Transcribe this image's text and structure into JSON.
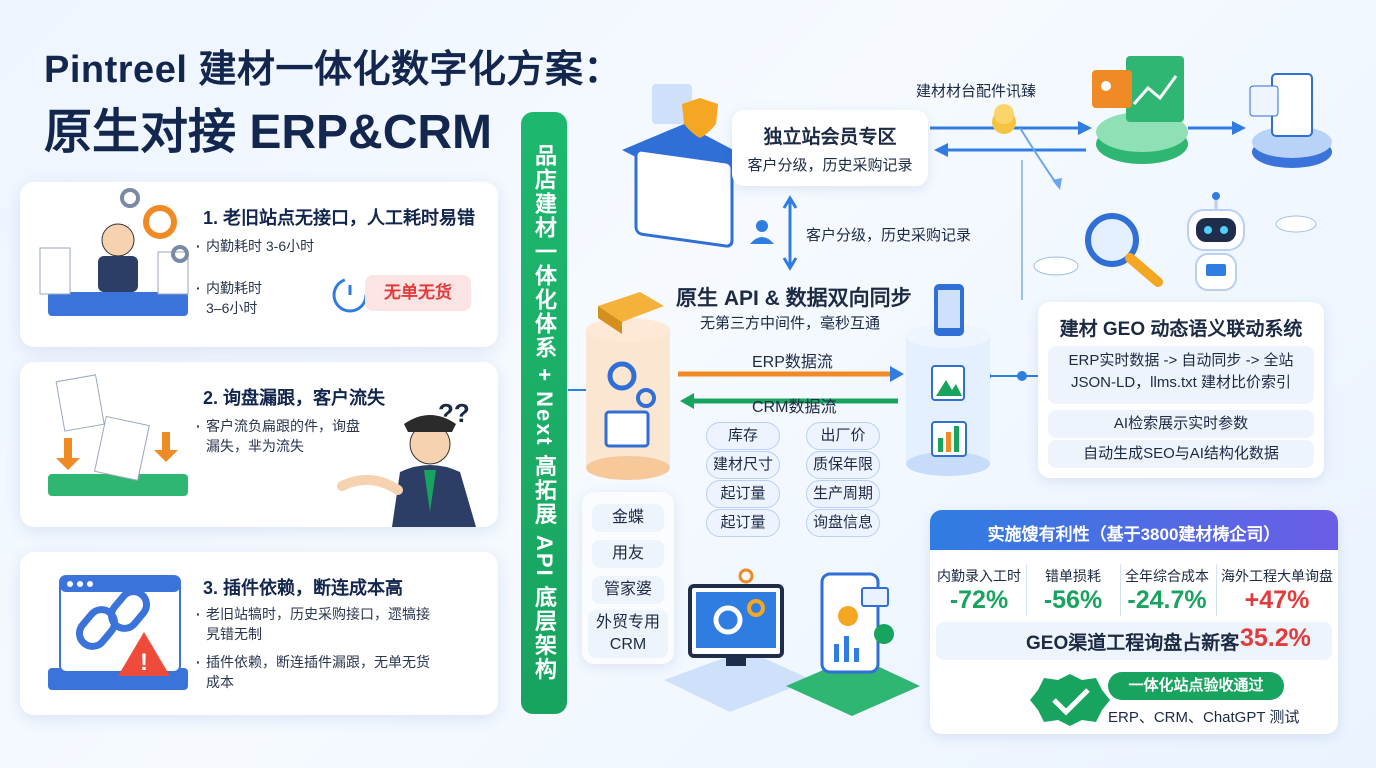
{
  "header": {
    "title_line1": "Pintreel 建材一体化数字化方案：",
    "title_line2": "原生对接 ERP&CRM"
  },
  "problems": [
    {
      "title": "1. 老旧站点无接口，人工耗时易错",
      "bullets": [
        "内勤耗时 3-6小时",
        "内勤耗时\n3–6小时"
      ],
      "badge": "无单无货"
    },
    {
      "title": "2. 询盘漏跟，客户流失",
      "bullets": [
        "客户流负扁跟的件，询盘\n漏失，芈为流失"
      ]
    },
    {
      "title": "3. 插件依赖，断连成本高",
      "bullets": [
        "老旧站犒时，历史采购接口，遝犒接\n旯错无制",
        "插件依赖，断连插件漏跟，无单无货\n成本"
      ]
    }
  ],
  "side_bar": {
    "label": "品店建材一体化体系 + Next 高拓展 API 底层架构"
  },
  "member_zone": {
    "title": "独立站会员专区",
    "subtitle": "客户分级，历史采购记录"
  },
  "top_flow_label": "建材材台配件讯臻",
  "sync_label": "客户分级，历史采购记录",
  "api_sync": {
    "title": "原生 API & 数据双向同步",
    "subtitle": "无第三方中间件，毫秒互通",
    "erp_flow": "ERP数据流",
    "crm_flow": "CRM数据流"
  },
  "fields_left": [
    "库存",
    "建材尺寸",
    "起订量",
    "起订量"
  ],
  "fields_right": [
    "出厂价",
    "质保年限",
    "生产周期",
    "询盘信息"
  ],
  "erp_systems": [
    "金蝶",
    "用友",
    "管家婆",
    "外贸专用\nCRM"
  ],
  "geo": {
    "title": "建材 GEO 动态语义联动系统",
    "line1": "ERP实时数据 -> 自动同步 -> 全站\nJSON-LD，llms.txt 建材比价索引",
    "line2": "AI检索展示实时参数",
    "line3": "自动生成SEO与AI结构化数据"
  },
  "benefits": {
    "title": "实施馊有利性（基于3800建材梼企司）",
    "stats": [
      {
        "label": "内勤录入工时",
        "value": "-72%"
      },
      {
        "label": "错单损耗",
        "value": "-56%"
      },
      {
        "label": "全年综合成本",
        "value": "-24.7%"
      },
      {
        "label": "海外工程大单询盘",
        "value": "+47%"
      }
    ],
    "geo_line_prefix": "GEO渠道工程询盘占新客",
    "geo_line_value": "35.2%",
    "acceptance_badge": "一体化站点验收通过",
    "acceptance_sub": "ERP、CRM、ChatGPT 测试"
  },
  "colors": {
    "green": "#18a35f",
    "red": "#e23b3b",
    "navy": "#13264d",
    "blue": "#2f7de1",
    "orange": "#f08a24"
  }
}
